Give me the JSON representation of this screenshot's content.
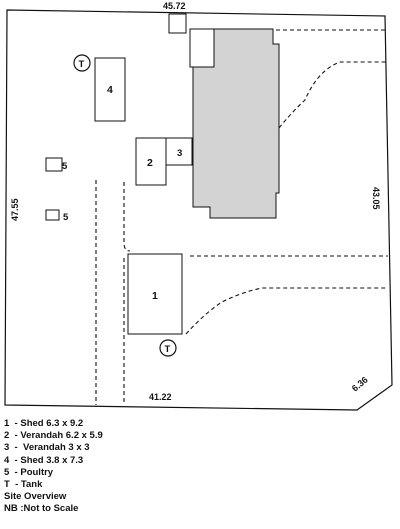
{
  "dimensions": {
    "top": "45.72",
    "left": "47.55",
    "right": "43.05",
    "bottom": "41.22",
    "corner": "6.36"
  },
  "buildings": {
    "shed_1": "1",
    "verandah_2": "2",
    "verandah_3": "3",
    "shed_4": "4",
    "poultry_a": "5",
    "poultry_b": "5"
  },
  "tanks": {
    "tank_top": "T",
    "tank_bottom": "T"
  },
  "legend": {
    "items": [
      "1  - Shed 6.3 x 9.2",
      "2  - Verandah 6.2 x 5.9",
      "3  -  Verandah 3 x 3",
      "4  - Shed 3.8 x 7.3",
      "5  - Poultry",
      "T  - Tank"
    ],
    "title": "Site Overview",
    "note": "NB :Not to Scale"
  },
  "colors": {
    "house_fill": "#d3d3d3",
    "line": "#111111"
  }
}
